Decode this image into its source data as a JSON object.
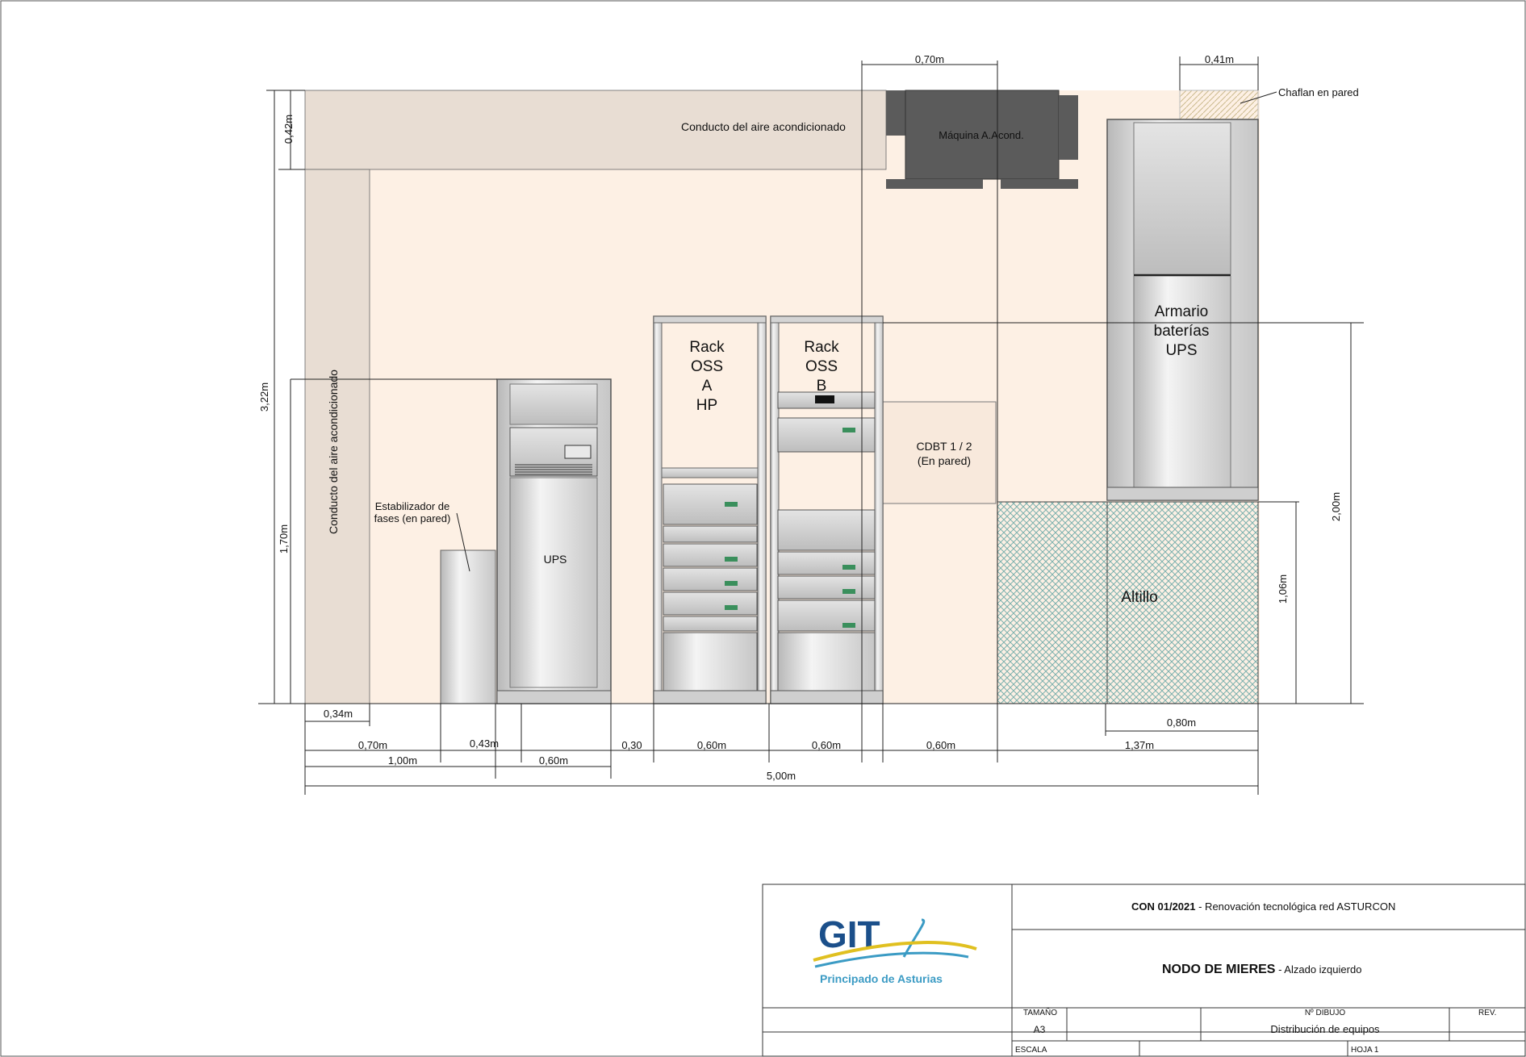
{
  "colors": {
    "room_fill": "#fdf0e4",
    "duct_fill": "#e8ddd3",
    "ac_machine": "#5b5b5b",
    "altillo_grid": "#7ab0ad",
    "chaflan_hatch": "#d8c9a6",
    "logo_blue": "#1b4f8a",
    "logo_yellow": "#e0c020",
    "logo_teal": "#3b9bc4"
  },
  "labels": {
    "duct_horizontal": "Conducto del aire acondicionado",
    "duct_vertical": "Conducto del aire acondicionado",
    "ac_machine": "Máquina A.Acond.",
    "chaflan": "Chaflan en pared",
    "battery_cabinet": [
      "Armario",
      "baterías",
      "UPS"
    ],
    "rack_a": [
      "Rack",
      "OSS",
      "A",
      "HP"
    ],
    "rack_b": [
      "Rack",
      "OSS",
      "B"
    ],
    "cdbt": [
      "CDBT 1 / 2",
      "(En pared)"
    ],
    "stabilizer": [
      "Estabilizador de",
      "fases (en pared)"
    ],
    "ups": "UPS",
    "altillo": "Altillo"
  },
  "dimensions": {
    "top_ac": "0,70m",
    "top_chaflan": "0,41m",
    "duct_height": "0,42m",
    "total_height": "3,22m",
    "ups_height": "1,70m",
    "rack_height": "2,00m",
    "altillo_height": "1,06m",
    "duct_width": "0,34m",
    "altillo_width": "0,80m",
    "b_070": "0,70m",
    "b_043": "0,43m",
    "b_030": "0,30",
    "b_060a": "0,60m",
    "b_060b": "0,60m",
    "b_060c": "0,60m",
    "b_137": "1,37m",
    "b_100": "1,00m",
    "b_060d": "0,60m",
    "total_width": "5,00m"
  },
  "title_block": {
    "contract_code": "CON 01/2021",
    "contract_desc": " - Renovación tecnológica red ASTURCON",
    "node": "NODO DE MIERES",
    "view": " -  Alzado izquierdo",
    "size_label": "TAMAÑO",
    "size_value": "A3",
    "drawing_no_label": "Nº DIBUJO",
    "drawing_no_value": "Distribución de equipos",
    "rev_label": "REV.",
    "scale_label": "ESCALA",
    "sheet_label": "HOJA 1",
    "logo_text": "GIT",
    "logo_sub": "Principado de Asturias"
  }
}
